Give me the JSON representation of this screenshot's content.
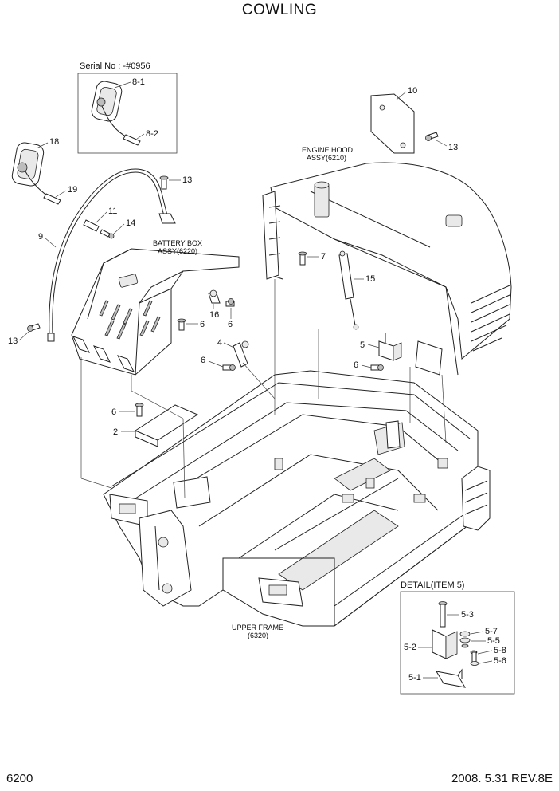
{
  "title": "COWLING",
  "page_number": "6200",
  "revision": "2008. 5.31  REV.8E",
  "serial_note": "Serial No : -#0956",
  "detail_title": "DETAIL(ITEM 5)",
  "assemblies": {
    "engine_hood": [
      "ENGINE HOOD",
      "ASSY(6210)"
    ],
    "battery_box": [
      "BATTERY BOX",
      "ASSY(6220)"
    ],
    "upper_frame": [
      "UPPER FRAME",
      "(6320)"
    ]
  },
  "labels": {
    "p8_1": "8-1",
    "p8_2": "8-2",
    "p10": "10",
    "p13a": "13",
    "p18": "18",
    "p13b": "13",
    "p19": "19",
    "p11": "11",
    "p14": "14",
    "p9": "9",
    "p7": "7",
    "p15": "15",
    "p13c": "13",
    "p16": "16",
    "p6a": "6",
    "p6b": "6",
    "p4": "4",
    "p5": "5",
    "p6c": "6",
    "p6d": "6",
    "p6e": "6",
    "p2": "2",
    "d5_3": "5-3",
    "d5_7": "5-7",
    "d5_5": "5-5",
    "d5_2": "5-2",
    "d5_8": "5-8",
    "d5_6": "5-6",
    "d5_1": "5-1"
  }
}
